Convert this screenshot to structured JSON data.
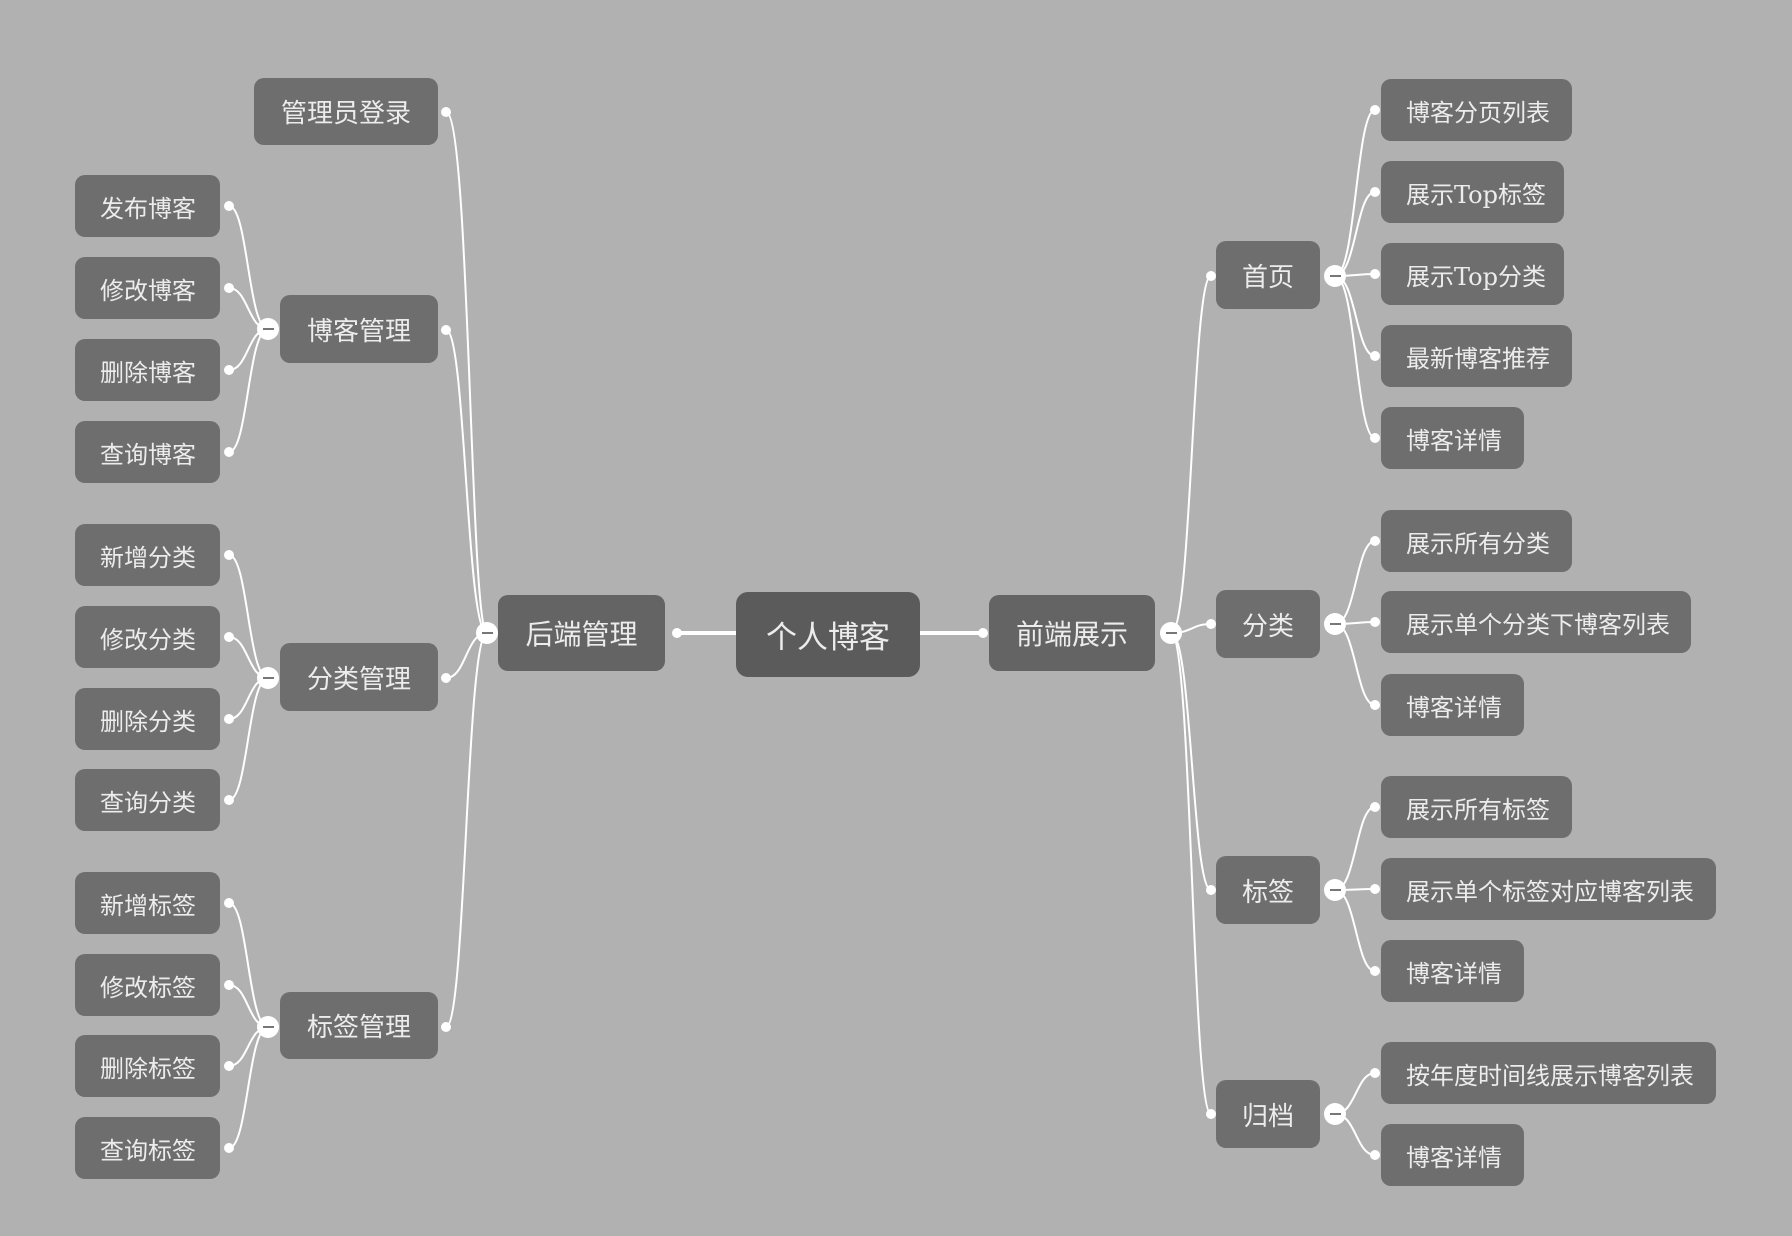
{
  "colors": {
    "background": "#b1b1b1",
    "root": "#5b5b5b",
    "branch": "#646464",
    "node": "#6e6e6e",
    "text": "#ececec",
    "line": "#ffffff"
  },
  "root": {
    "label": "个人博客"
  },
  "backend": {
    "label": "后端管理",
    "children": [
      {
        "label": "管理员登录",
        "children": []
      },
      {
        "label": "博客管理",
        "children": [
          "发布博客",
          "修改博客",
          "删除博客",
          "查询博客"
        ]
      },
      {
        "label": "分类管理",
        "children": [
          "新增分类",
          "修改分类",
          "删除分类",
          "查询分类"
        ]
      },
      {
        "label": "标签管理",
        "children": [
          "新增标签",
          "修改标签",
          "删除标签",
          "查询标签"
        ]
      }
    ]
  },
  "frontend": {
    "label": "前端展示",
    "children": [
      {
        "label": "首页",
        "children": [
          "博客分页列表",
          "展示Top标签",
          "展示Top分类",
          "最新博客推荐",
          "博客详情"
        ]
      },
      {
        "label": "分类",
        "children": [
          "展示所有分类",
          "展示单个分类下博客列表",
          "博客详情"
        ]
      },
      {
        "label": "标签",
        "children": [
          "展示所有标签",
          "展示单个标签对应博客列表",
          "博客详情"
        ]
      },
      {
        "label": "归档",
        "children": [
          "按年度时间线展示博客列表",
          "博客详情"
        ]
      }
    ]
  },
  "icons": {
    "collapse": "minus-circle-icon",
    "connector": "dot-icon"
  }
}
